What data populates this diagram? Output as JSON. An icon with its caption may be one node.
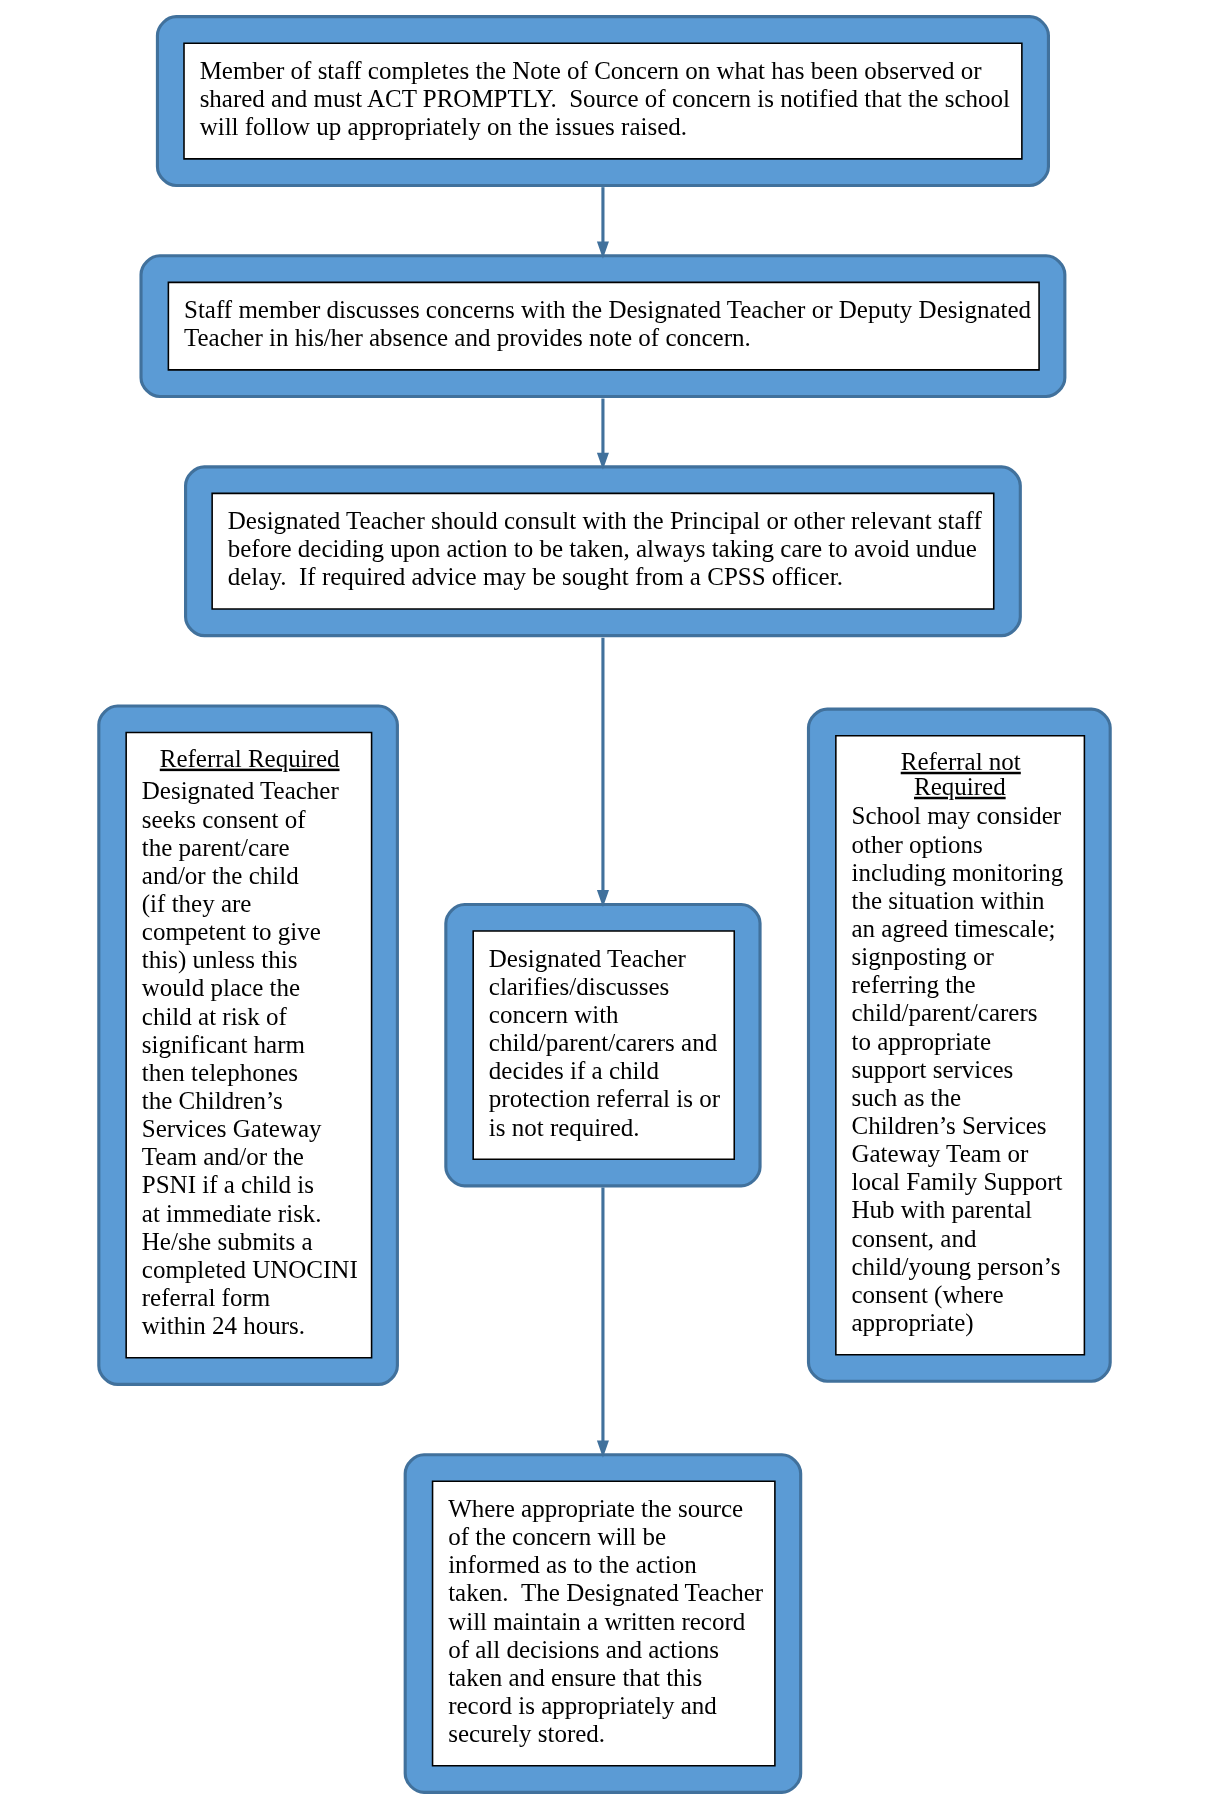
{
  "diagram": {
    "nodes": [
      {
        "text": [
          "Member of staff completes the Note of Concern on what has been observed or shared and must ACT PROMPTLY.  Source of concern is notified that the school will follow up appropriately on the issues raised."
        ]
      },
      {
        "text": [
          "Staff member discusses concerns with the Designated Teacher or Deputy Designated Teacher in his/her absence and provides note of concern."
        ]
      },
      {
        "text": [
          "Designated Teacher should consult with the Principal or other relevant staff before deciding upon action to be taken, always taking care to avoid undue delay.  If required advice may be sought from a CPSS officer."
        ]
      },
      {
        "text": [
          "Referral Required",
          "Designated Teacher seeks consent of the parent/care and/or the child (if they are competent to give this) unless this would place the child at risk of significant harm then telephones the Children’s Services Gateway Team and/or the PSNI if a child is at immediate risk. He/she submits a completed UNOCINI referral form within 24 hours."
        ]
      },
      {
        "text": [
          "Designated Teacher clarifies/discusses concern with child/parent/carers and decides if a child protection referral is or is not required."
        ]
      },
      {
        "text": [
          "Where appropriate the source of the concern will be informed as to the action taken.  The Designated Teacher will maintain a written record of all decisions and actions taken and ensure that this record is appropriately and securely stored."
        ]
      },
      {
        "text": [
          "Referral not Required",
          "School may consider other options including monitoring the situation within an agreed timescale; signposting or referring the child/parent/carers to appropriate support services such as the Children’s Services Gateway Team or local Family Support Hub with parental consent, and child/young person’s consent (where appropriate)"
        ]
      }
    ],
    "edges": [
      {
        "from": 0,
        "to": 1,
        "arrow": "to"
      },
      {
        "from": 1,
        "to": 2,
        "arrow": "to"
      },
      {
        "from": 2,
        "to": 4,
        "arrow": "to"
      },
      {
        "from": 4,
        "to": 5,
        "arrow": "to"
      }
    ]
  }
}
